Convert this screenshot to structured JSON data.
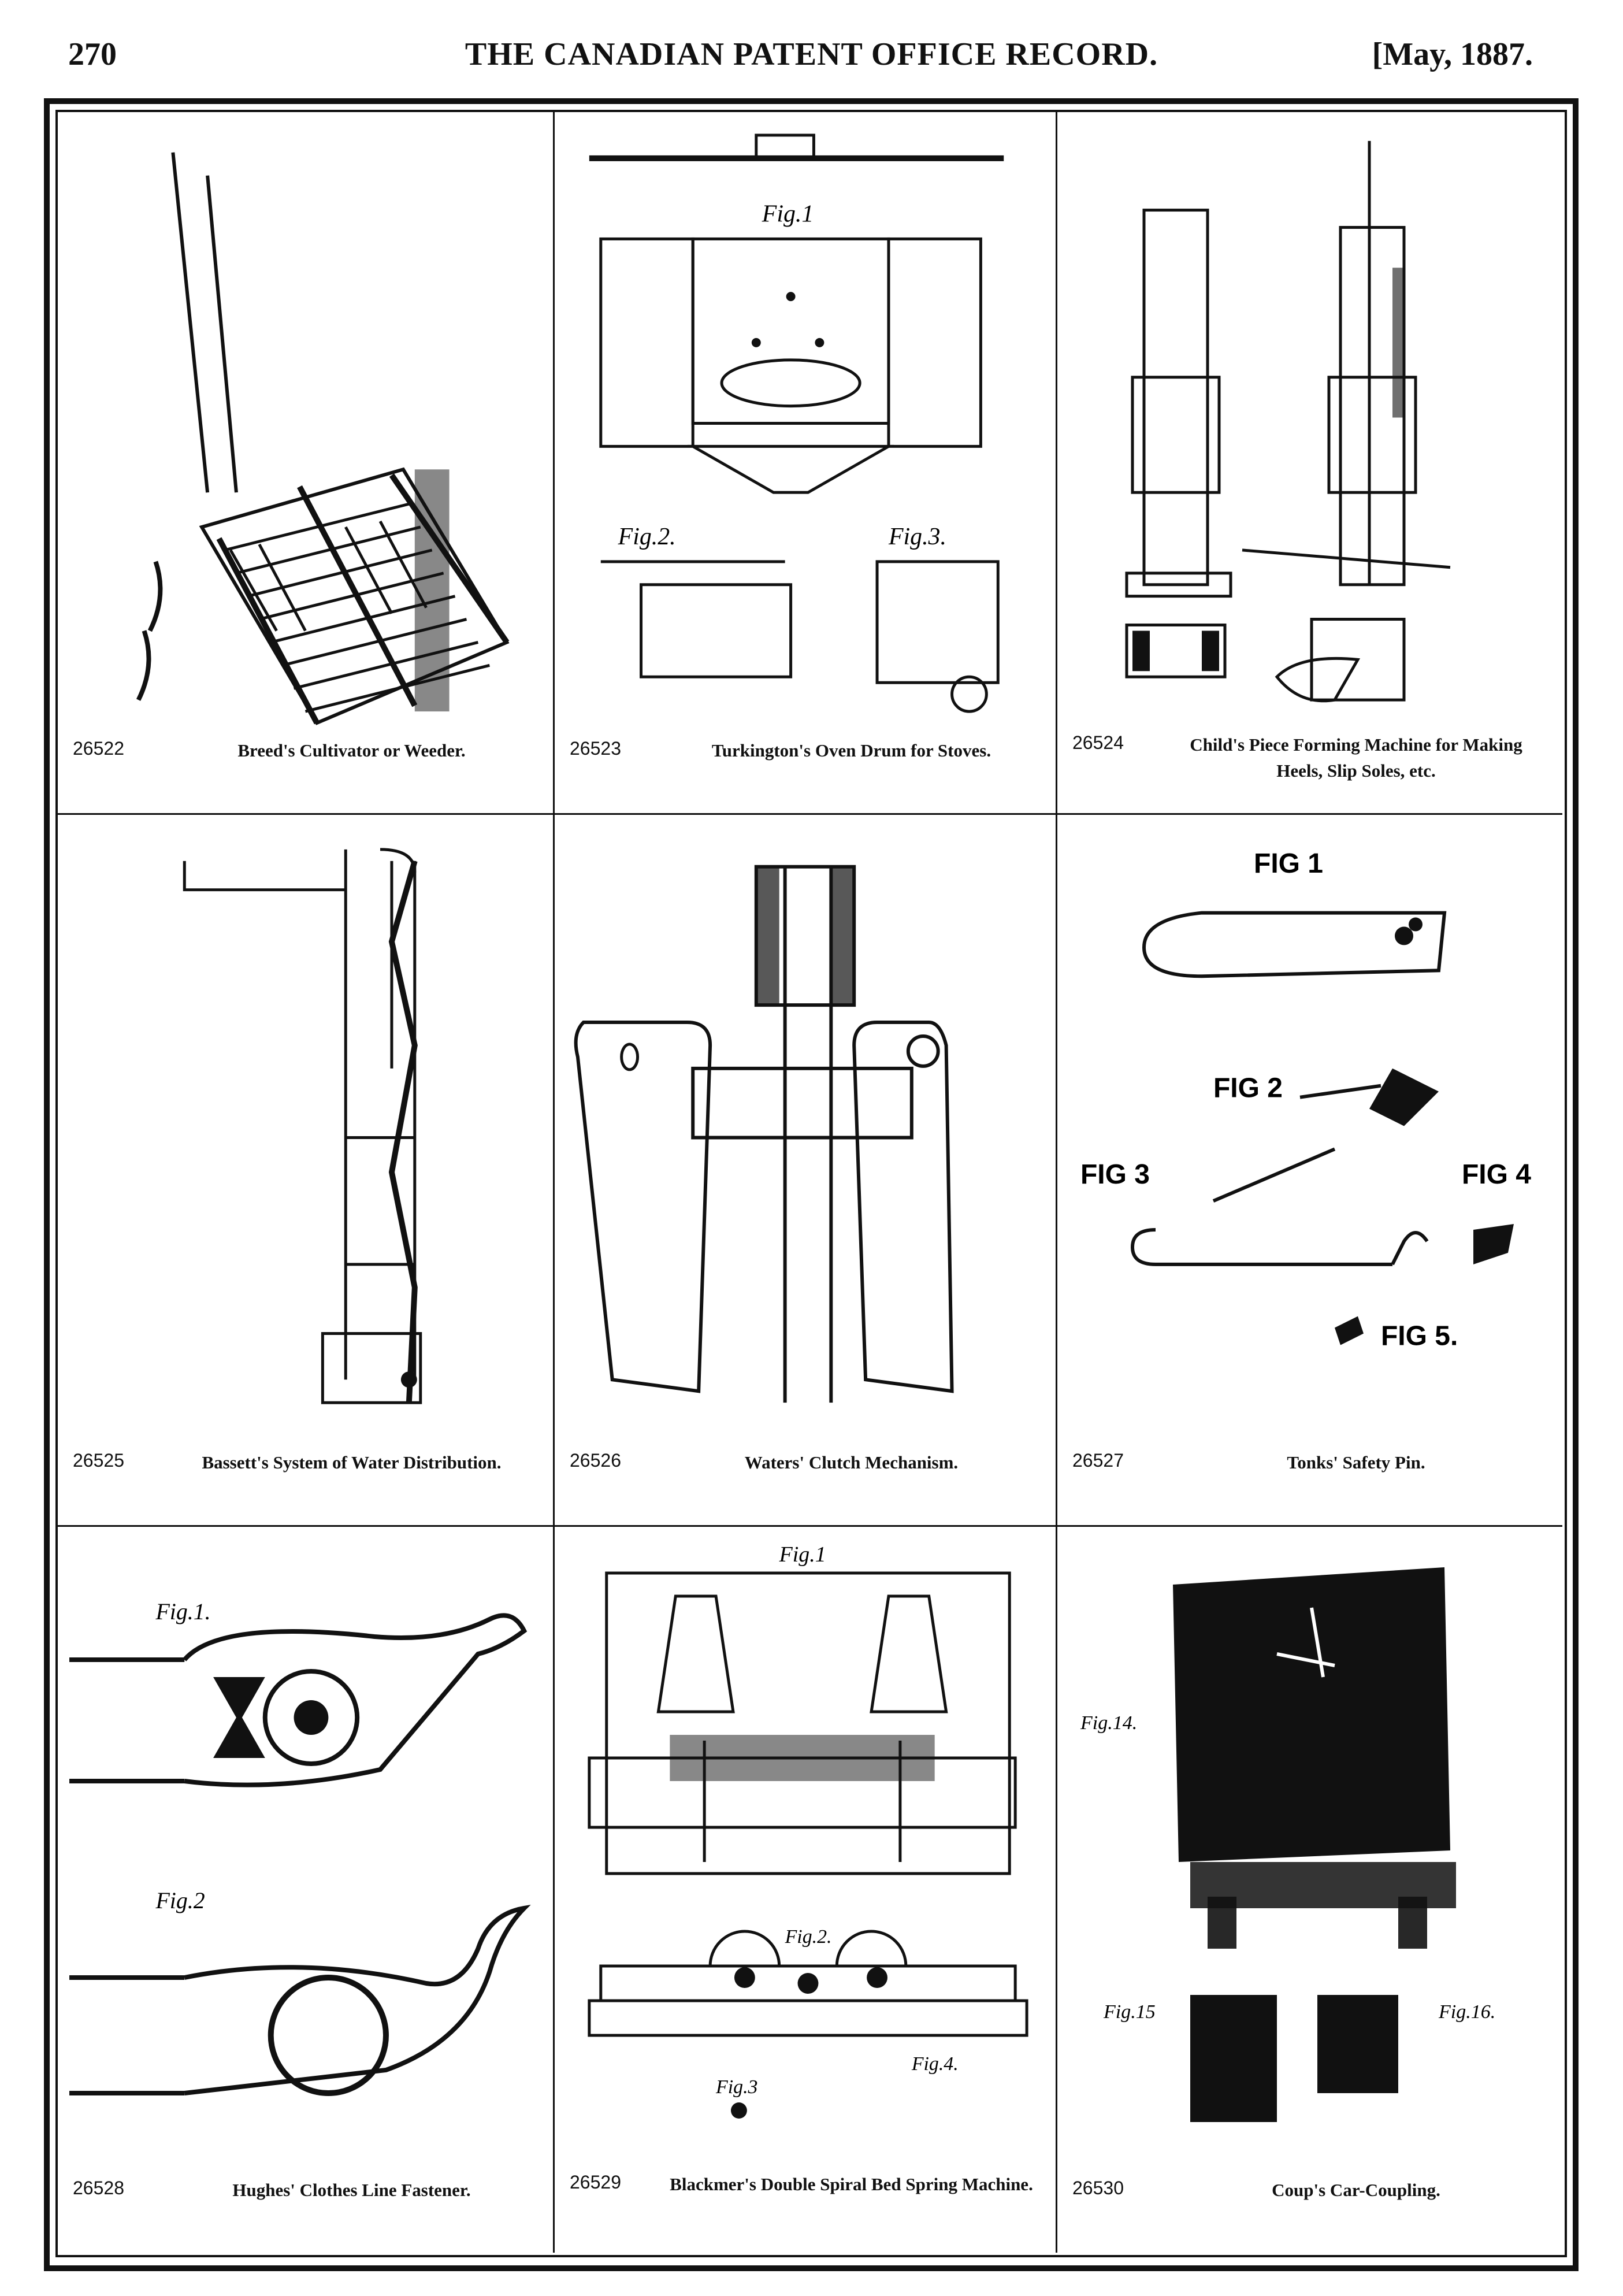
{
  "header": {
    "page_number": "270",
    "publication": "THE CANADIAN PATENT OFFICE RECORD.",
    "date": "[May, 1887."
  },
  "patents": [
    {
      "number": "26522",
      "title": "Breed's Cultivator or Weeder.",
      "figures": []
    },
    {
      "number": "26523",
      "title": "Turkington's Oven Drum for Stoves.",
      "figures": [
        "Fig.1",
        "Fig.2.",
        "Fig.3."
      ]
    },
    {
      "number": "26524",
      "title": "Child's Piece Forming Machine for Making Heels, Slip Soles, etc.",
      "figures": []
    },
    {
      "number": "26525",
      "title": "Bassett's System of Water Distribution.",
      "figures": []
    },
    {
      "number": "26526",
      "title": "Waters' Clutch Mechanism.",
      "figures": []
    },
    {
      "number": "26527",
      "title": "Tonks' Safety Pin.",
      "figures": [
        "FIG 1",
        "FIG 2",
        "FIG 3",
        "FIG 4",
        "FIG 5."
      ]
    },
    {
      "number": "26528",
      "title": "Hughes' Clothes Line Fastener.",
      "figures": [
        "Fig.1.",
        "Fig.2"
      ]
    },
    {
      "number": "26529",
      "title": "Blackmer's Double Spiral Bed Spring Machine.",
      "figures": [
        "Fig.1",
        "Fig.2.",
        "Fig.3",
        "Fig.4."
      ]
    },
    {
      "number": "26530",
      "title": "Coup's Car-Coupling.",
      "figures": [
        "Fig.14.",
        "Fig.15",
        "Fig.16."
      ]
    }
  ]
}
